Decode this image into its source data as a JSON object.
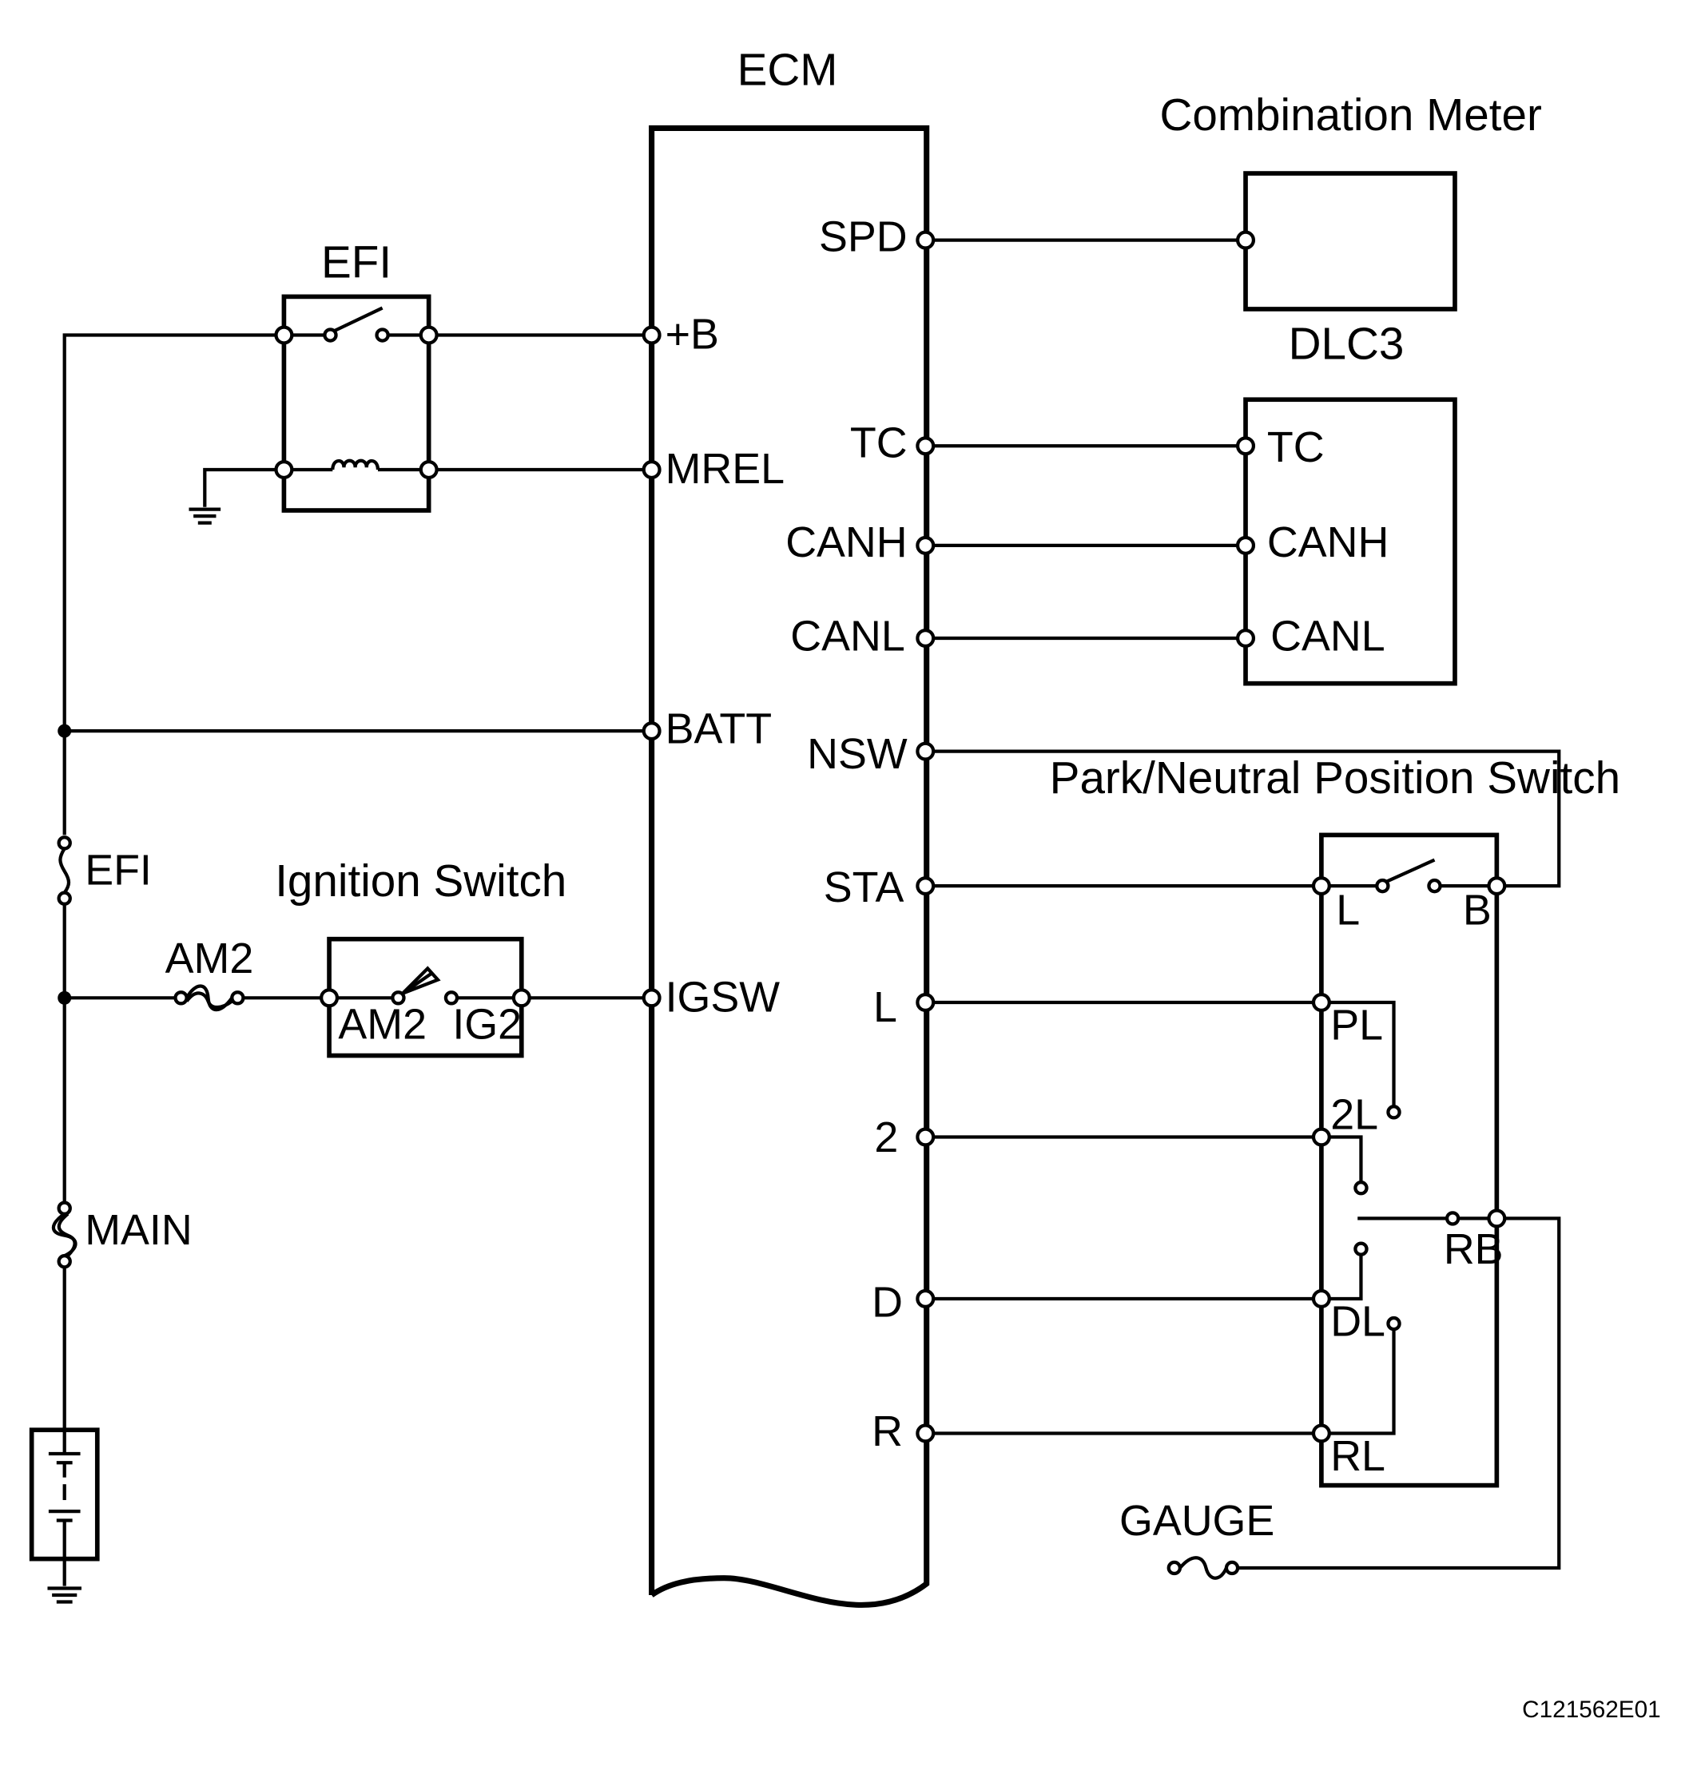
{
  "components": {
    "ecm": "ECM",
    "combination_meter": "Combination Meter",
    "dlc3": "DLC3",
    "efi_relay": "EFI",
    "ignition_switch": "Ignition Switch",
    "pnp_switch": "Park/Neutral Position Switch"
  },
  "ecm_terminals": {
    "spd": "SPD",
    "b": "+B",
    "mrel": "MREL",
    "tc": "TC",
    "canh": "CANH",
    "canl": "CANL",
    "batt": "BATT",
    "nsw": "NSW",
    "sta": "STA",
    "igsw": "IGSW",
    "l": "L",
    "two": "2",
    "d": "D",
    "r": "R"
  },
  "dlc3_terminals": {
    "tc": "TC",
    "canh": "CANH",
    "canl": "CANL"
  },
  "ignition_terminals": {
    "am2": "AM2",
    "ig2": "IG2"
  },
  "pnp_terminals": {
    "l": "L",
    "b": "B",
    "pl": "PL",
    "two_l": "2L",
    "rb": "RB",
    "dl": "DL",
    "rl": "RL"
  },
  "fuses": {
    "efi": "EFI",
    "am2": "AM2",
    "main": "MAIN",
    "gauge": "GAUGE"
  },
  "figure_code": "C121562E01"
}
